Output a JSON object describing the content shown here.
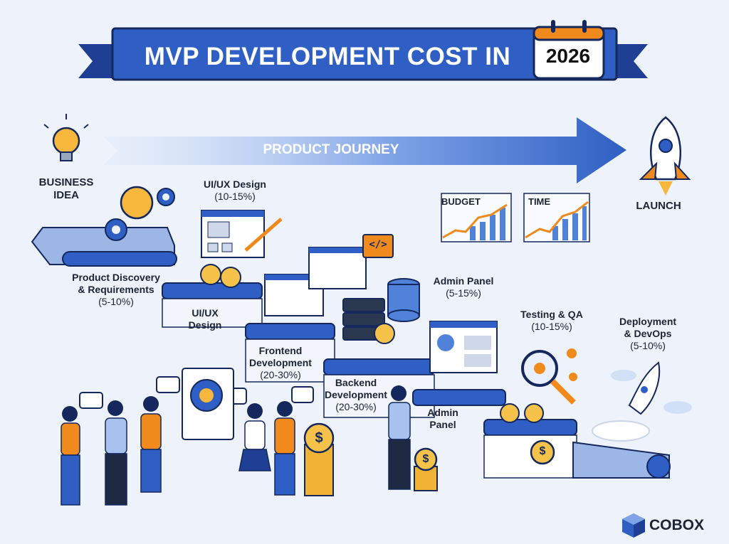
{
  "title": "MVP DEVELOPMENT COST IN",
  "year": "2026",
  "journey_label": "PRODUCT JOURNEY",
  "start": {
    "line1": "BUSINESS",
    "line2": "IDEA"
  },
  "end": {
    "label": "LAUNCH"
  },
  "charts": {
    "budget": "BUDGET",
    "time": "TIME"
  },
  "phases": {
    "uiux_top": {
      "name": "UI/UX Design",
      "pct": "(10-15%)"
    },
    "discovery": {
      "line1": "Product Discovery",
      "line2": "& Requirements",
      "pct": "(5-10%)"
    },
    "uiux_step": {
      "line1": "UI/UX",
      "line2": "Design"
    },
    "frontend": {
      "line1": "Frontend",
      "line2": "Development",
      "pct": "(20-30%)"
    },
    "backend": {
      "line1": "Backend",
      "line2": "Development",
      "pct": "(20-30%)"
    },
    "admin_top": {
      "name": "Admin Panel",
      "pct": "(5-15%)"
    },
    "admin_step": {
      "line1": "Admin",
      "line2": "Panel"
    },
    "testing": {
      "name": "Testing & QA",
      "pct": "(10-15%)"
    },
    "deploy": {
      "line1": "Deployment",
      "line2": "& DevOps",
      "pct": "(5-10%)"
    }
  },
  "icons": {
    "code": "</>",
    "coin": "$"
  },
  "brand": "COBOX",
  "colors": {
    "primary": "#2f5fc4",
    "dark_blue": "#1f3f94",
    "orange": "#f08a1c",
    "gold": "#f2b233",
    "background": "#eef3fb"
  }
}
